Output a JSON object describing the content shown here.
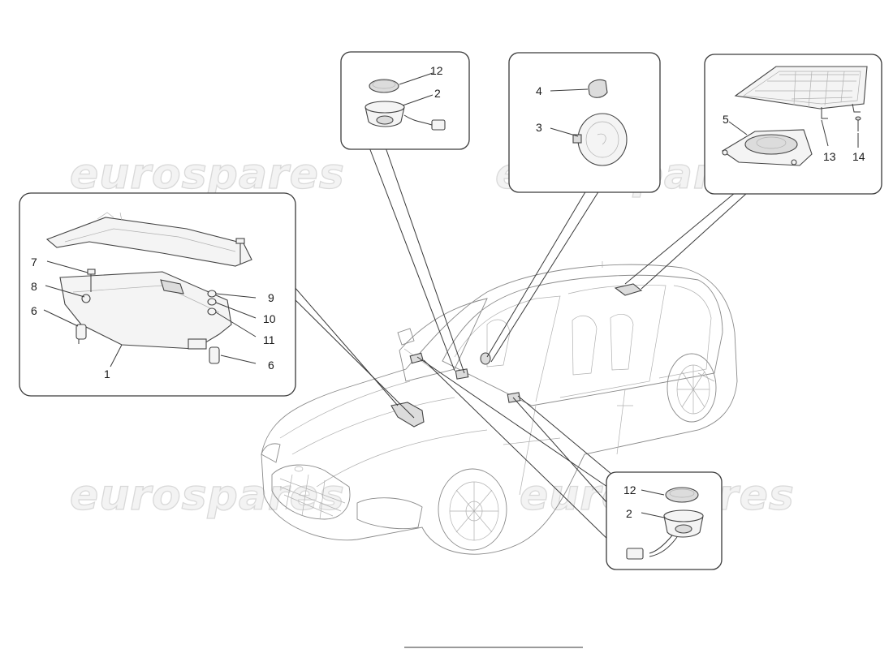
{
  "watermark": {
    "text": "eurospares"
  },
  "callouts": {
    "front_amplifier": {
      "labels": [
        "7",
        "8",
        "6",
        "1",
        "9",
        "10",
        "11",
        "6"
      ]
    },
    "dash_speaker": {
      "labels": [
        "12",
        "2"
      ]
    },
    "pillar_speaker": {
      "labels": [
        "4",
        "3"
      ]
    },
    "rear_shelf_speaker": {
      "labels": [
        "5",
        "13",
        "14"
      ]
    },
    "door_speaker": {
      "labels": [
        "12",
        "2"
      ]
    }
  },
  "colors": {
    "outline": "#3a3a3a",
    "car_lines": "#8a8a8a",
    "watermark": "#d9d9d9"
  }
}
